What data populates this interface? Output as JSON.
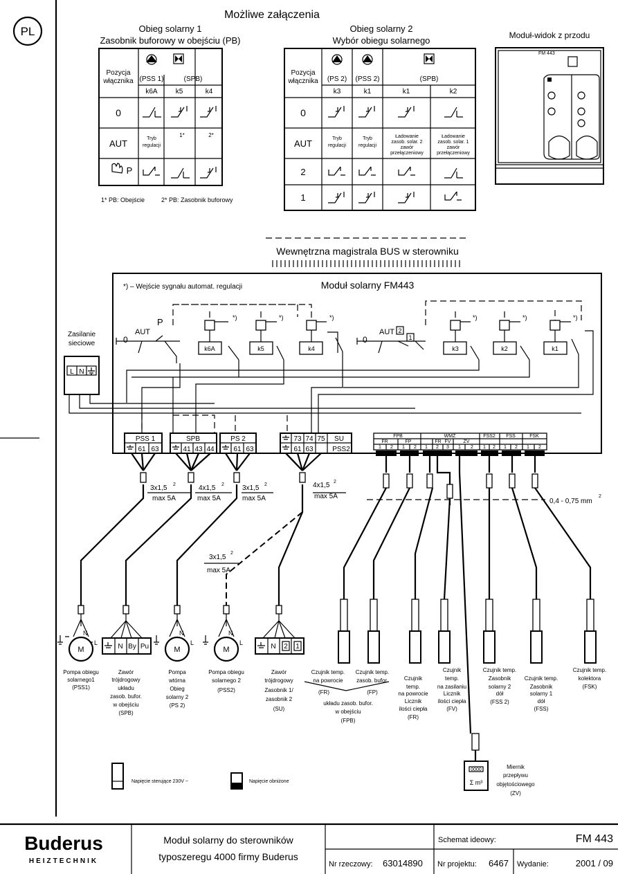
{
  "lang_badge": "PL",
  "title": "Możliwe załączenia",
  "circuit1": {
    "heading1": "Obieg solarny 1",
    "heading2": "Zasobnik buforowy w obejściu (PB)",
    "pos_label1": "Pozycja",
    "pos_label2": "włącznika",
    "col_pss1": "(PSS 1)",
    "col_spb": "(SPB)",
    "k6a": "k6A",
    "k5": "k5",
    "k4": "k4",
    "row0": "0",
    "row_aut": "AUT",
    "row_p": "P",
    "tryb1": "Tryb",
    "tryb2": "regulacji",
    "note1": "1*",
    "note2": "2*",
    "footnote_a": "1*  PB: Obejście",
    "footnote_b": "2*  PB: Zasobnik buforowy"
  },
  "circuit2": {
    "heading1": "Obieg solarny 2",
    "heading2": "Wybór obiegu solarnego",
    "pos_label1": "Pozycja",
    "pos_label2": "włącznika",
    "col_ps2": "(PS 2)",
    "col_pss2": "(PSS 2)",
    "col_spb": "(SPB)",
    "k3": "k3",
    "k1": "k1",
    "k1b": "k1",
    "k2": "k2",
    "row0": "0",
    "row_aut": "AUT",
    "row2": "2",
    "row1": "1",
    "tryb1": "Tryb",
    "tryb2": "regulacji",
    "lad2_1": "Ładowanie",
    "lad2_2": "zasob. solar. 2",
    "lad2_3": "zawór",
    "lad2_4": "przełączeniowy",
    "lad1_1": "Ładowanie",
    "lad1_2": "zasob. solar. 1",
    "lad1_3": "zawór",
    "lad1_4": "przełączeniowy"
  },
  "module_view": {
    "heading": "Moduł-widok z przodu",
    "tag": "FM 443"
  },
  "bus_label": "Wewnętrzna magistrala BUS w sterowniku",
  "module": {
    "note": "*) – Wejście sygnału automat. regulacji",
    "title": "Moduł solarny FM443",
    "relays": [
      "k6A",
      "k5",
      "k4",
      "k3",
      "k2",
      "k1"
    ],
    "star": "*)",
    "aut": "AUT",
    "zero": "0",
    "p": "P",
    "two": "2",
    "one": "1"
  },
  "power": {
    "label1": "Zasilanie",
    "label2": "sieciowe",
    "l": "L",
    "n": "N"
  },
  "terminals": {
    "pss1": "PSS 1",
    "spb": "SPB",
    "ps2": "PS 2",
    "t61": "61",
    "t63": "63",
    "t41": "41",
    "t43": "43",
    "t44": "44",
    "t73": "73",
    "t74": "74",
    "t75": "75",
    "su": "SU",
    "pss2": "PSS2",
    "fpb": "FPB",
    "wmz": "WMZ",
    "fr": "FR",
    "fp": "FP",
    "fv": "FV",
    "zv": "ZV",
    "fss2": "FSS2",
    "fss": "FSS",
    "fsk": "FSK",
    "n1": "1",
    "n2": "2",
    "n3": "3"
  },
  "cables": {
    "c1": "3x1,5",
    "c2": "4x1,5",
    "c3": "3x1,5",
    "c4": "4x1,5",
    "c5": "3x1,5",
    "sup": "2",
    "max": "max 5A",
    "sensor": "0,4 - 0,75 mm",
    "sensor_sup": "2"
  },
  "devices": {
    "m": "M",
    "n": "N",
    "l": "L",
    "by": "By",
    "pu": "Pu",
    "two": "2",
    "one": "1",
    "d1": [
      "Pompa obiegu",
      "solarnego1",
      "(PSS1)"
    ],
    "d2": [
      "Zawór",
      "trójdrogowy",
      "układu",
      "zasob. bufor.",
      "w obejściu",
      "(SPB)"
    ],
    "d3": [
      "Pompa",
      "wtórna",
      "Obieg",
      "solarny 2",
      "(PS 2)"
    ],
    "d4": [
      "Pompa obiegu",
      "solarnego 2",
      "(PSS2)"
    ],
    "d5": [
      "Zawór",
      "trójdrogowy",
      "Zasobnik 1/",
      "zasobnik 2",
      "(SU)"
    ],
    "d6a": [
      "Czujnik temp.",
      "na powrocie",
      "(FR)"
    ],
    "d6b": [
      "Czujnik temp.",
      "zasob. bufor.",
      "(FP)"
    ],
    "d6c": [
      "układu zasob. bufor.",
      "w obejściu",
      "(FPB)"
    ],
    "d7": [
      "Czujnik",
      "temp.",
      "na powrocie",
      "Licznik",
      "ilości ciepła",
      "(FR)"
    ],
    "d8": [
      "Czujnik",
      "temp.",
      "na zasilaniu",
      "Licznik",
      "ilości ciepła",
      "(FV)"
    ],
    "d9": [
      "Czujnik temp.",
      "Zasobnik",
      "solarny 2",
      "dół",
      "(FSS 2)"
    ],
    "d10": [
      "Czujnik temp.",
      "Zasobnik",
      "solarny 1",
      "dół",
      "(FSS)"
    ],
    "d11": [
      "Czujnik temp.",
      "kolektora",
      "(FSK)"
    ],
    "d12": [
      "Miernik",
      "przepływu",
      "objętościowego",
      "(ZV)"
    ],
    "meter_top": "0000",
    "meter_sym": "Σ m³"
  },
  "legend": {
    "high": "Napięcie sterujące 230V ~",
    "low": "Napięcie obniżone"
  },
  "footer": {
    "brand": "Buderus",
    "brand_sub": "HEIZTECHNIK",
    "desc1": "Moduł solarny do sterowników",
    "desc2": "typoszeregu 4000 firmy Buderus",
    "schemat_label": "Schemat ideowy:",
    "schemat_value": "FM 443",
    "nr_rzecz_label": "Nr rzeczowy:",
    "nr_rzecz_value": "63014890",
    "nr_proj_label": "Nr projektu:",
    "nr_proj_value": "6467",
    "wydanie_label": "Wydanie:",
    "wydanie_value": "2001 / 09"
  }
}
